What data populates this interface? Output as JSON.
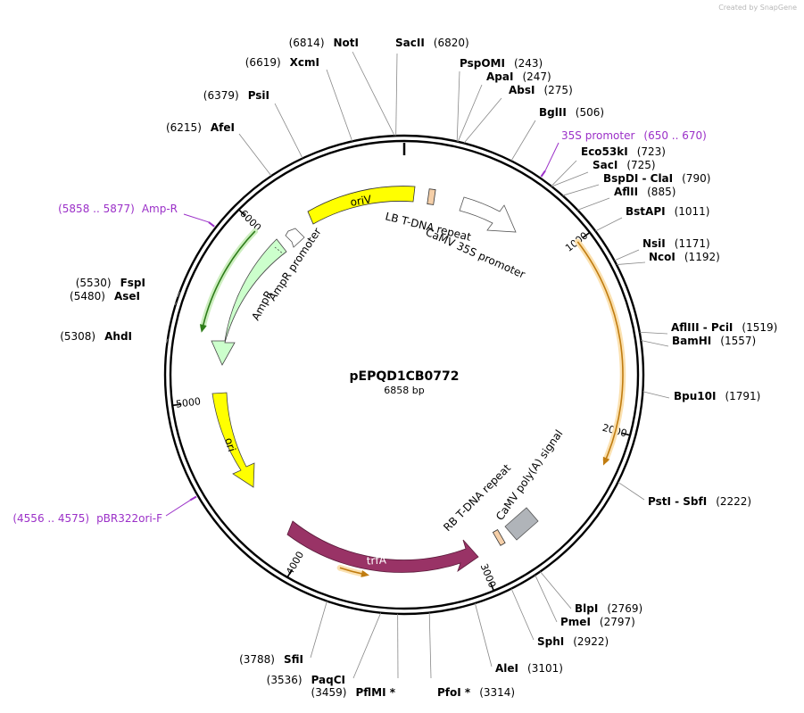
{
  "credit": "Created by SnapGene",
  "plasmid": {
    "name": "pEPQD1CB0772",
    "size_label": "6858 bp",
    "length": 6858
  },
  "ticks": [
    {
      "pos": 1000,
      "label": "1000"
    },
    {
      "pos": 2000,
      "label": "2000"
    },
    {
      "pos": 3000,
      "label": "3000"
    },
    {
      "pos": 4000,
      "label": "4000"
    },
    {
      "pos": 5000,
      "label": "5000"
    },
    {
      "pos": 6000,
      "label": "6000"
    }
  ],
  "sites": [
    {
      "name": "NotI",
      "pos_label": "(6814)",
      "pos": 6814,
      "side": "left"
    },
    {
      "name": "SacII",
      "pos_label": "(6820)",
      "pos": 6820,
      "side": "right"
    },
    {
      "name": "PspOMI",
      "pos_label": "(243)",
      "pos": 243,
      "side": "right"
    },
    {
      "name": "ApaI",
      "pos_label": "(247)",
      "pos": 247,
      "side": "right"
    },
    {
      "name": "AbsI",
      "pos_label": "(275)",
      "pos": 275,
      "side": "right"
    },
    {
      "name": "BglII",
      "pos_label": "(506)",
      "pos": 506,
      "side": "right"
    },
    {
      "name": "Eco53kI",
      "pos_label": "(723)",
      "pos": 723,
      "side": "right"
    },
    {
      "name": "SacI",
      "pos_label": "(725)",
      "pos": 725,
      "side": "right"
    },
    {
      "name": "BspDI - ClaI",
      "pos_label": "(790)",
      "pos": 790,
      "side": "right"
    },
    {
      "name": "AflII",
      "pos_label": "(885)",
      "pos": 885,
      "side": "right"
    },
    {
      "name": "BstAPI",
      "pos_label": "(1011)",
      "pos": 1011,
      "side": "right"
    },
    {
      "name": "NsiI",
      "pos_label": "(1171)",
      "pos": 1171,
      "side": "right"
    },
    {
      "name": "NcoI",
      "pos_label": "(1192)",
      "pos": 1192,
      "side": "right"
    },
    {
      "name": "AflIII - PciI",
      "pos_label": "(1519)",
      "pos": 1519,
      "side": "right"
    },
    {
      "name": "BamHI",
      "pos_label": "(1557)",
      "pos": 1557,
      "side": "right"
    },
    {
      "name": "Bpu10I",
      "pos_label": "(1791)",
      "pos": 1791,
      "side": "right"
    },
    {
      "name": "PstI - SbfI",
      "pos_label": "(2222)",
      "pos": 2222,
      "side": "right"
    },
    {
      "name": "BlpI",
      "pos_label": "(2769)",
      "pos": 2769,
      "side": "right"
    },
    {
      "name": "PmeI",
      "pos_label": "(2797)",
      "pos": 2797,
      "side": "right"
    },
    {
      "name": "SphI",
      "pos_label": "(2922)",
      "pos": 2922,
      "side": "right"
    },
    {
      "name": "AleI",
      "pos_label": "(3101)",
      "pos": 3101,
      "side": "right"
    },
    {
      "name": "PfoI *",
      "pos_label": "(3314)",
      "pos": 3314,
      "side": "right"
    },
    {
      "name": "PflMI *",
      "pos_label": "(3459)",
      "pos": 3459,
      "side": "left"
    },
    {
      "name": "PaqCI",
      "pos_label": "(3536)",
      "pos": 3536,
      "side": "left"
    },
    {
      "name": "SfiI",
      "pos_label": "(3788)",
      "pos": 3788,
      "side": "left"
    },
    {
      "name": "AhdI",
      "pos_label": "(5308)",
      "pos": 5308,
      "side": "left"
    },
    {
      "name": "AseI",
      "pos_label": "(5480)",
      "pos": 5480,
      "side": "left"
    },
    {
      "name": "FspI",
      "pos_label": "(5530)",
      "pos": 5530,
      "side": "left"
    },
    {
      "name": "AfeI",
      "pos_label": "(6215)",
      "pos": 6215,
      "side": "left"
    },
    {
      "name": "PsiI",
      "pos_label": "(6379)",
      "pos": 6379,
      "side": "left"
    },
    {
      "name": "XcmI",
      "pos_label": "(6619)",
      "pos": 6619,
      "side": "left"
    }
  ],
  "primers": [
    {
      "name": "35S promoter",
      "range_label": "(650 .. 670)",
      "pos": 660,
      "side": "right"
    },
    {
      "name": "Amp-R",
      "range_label": "(5858 .. 5877)",
      "pos": 5867,
      "side": "left"
    },
    {
      "name": "pBR322ori-F",
      "range_label": "(4556 .. 4575)",
      "pos": 4565,
      "side": "left"
    }
  ],
  "features": [
    {
      "name": "oriV",
      "color": "#ffff00",
      "label_style": "inside"
    },
    {
      "name": "LB T-DNA repeat",
      "color": "#f5cfa8",
      "label_style": "outside"
    },
    {
      "name": "CaMV 35S promoter",
      "color": "#ffffff",
      "label_style": "outside"
    },
    {
      "name": "AmpR promoter",
      "color": "#ffffff",
      "label_style": "outside"
    },
    {
      "name": "AmpR",
      "color": "#ccffcc",
      "label_style": "outside"
    },
    {
      "name": "ori",
      "color": "#ffff00",
      "label_style": "inside"
    },
    {
      "name": "trfA",
      "color": "#993366",
      "label_style": "inside"
    },
    {
      "name": "RB T-DNA repeat",
      "color": "#f5cfa8",
      "label_style": "outside"
    },
    {
      "name": "CaMV poly(A) signal",
      "color": "#b0b4b9",
      "label_style": "outside"
    }
  ],
  "colors": {
    "primer": "#9b30c8",
    "orf_orange": "#e0a040",
    "orf_green": "#2e7d1a",
    "backbone": "#000000"
  }
}
